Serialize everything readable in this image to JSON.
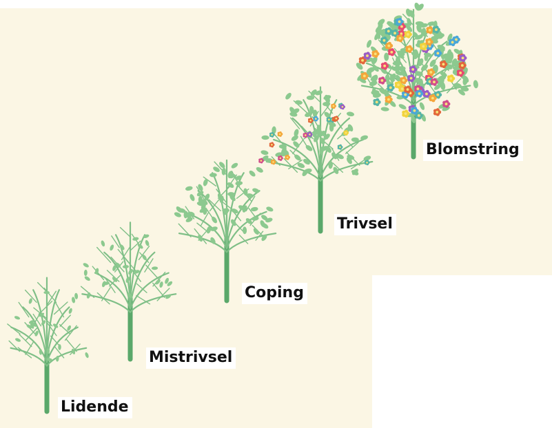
{
  "colors": {
    "background": "#fbf6e4",
    "trunk": "#5aa86a",
    "branch": "#7fbf87",
    "leaf": "#8cc98f",
    "petal_palette": [
      "#e84a6f",
      "#f4a63a",
      "#4aa7d8",
      "#9a5cc4",
      "#f2d33c",
      "#e2673a",
      "#55b4a6",
      "#d14d8a"
    ]
  },
  "stages": [
    {
      "label": "Lidende",
      "icon": "bare-sapling-icon",
      "leaf_density": 0.15,
      "flower_density": 0.0
    },
    {
      "label": "Mistrivsel",
      "icon": "sparse-tree-icon",
      "leaf_density": 0.3,
      "flower_density": 0.0
    },
    {
      "label": "Coping",
      "icon": "leafy-tree-icon",
      "leaf_density": 0.7,
      "flower_density": 0.0
    },
    {
      "label": "Trivsel",
      "icon": "budding-tree-icon",
      "leaf_density": 0.8,
      "flower_density": 0.35
    },
    {
      "label": "Blomstring",
      "icon": "flowering-tree-icon",
      "leaf_density": 1.0,
      "flower_density": 1.0
    }
  ]
}
